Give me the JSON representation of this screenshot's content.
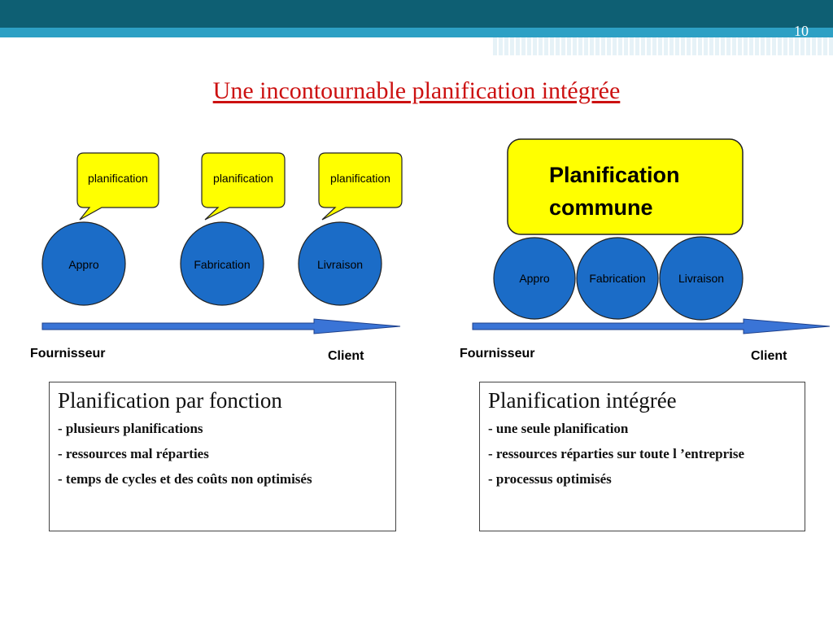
{
  "slide": {
    "number": "10",
    "title": "Une incontournable  planification intégrée"
  },
  "left": {
    "bubble_label": "planification",
    "nodes": [
      "Appro",
      "Fabrication",
      "Livraison"
    ],
    "start_label": "Fournisseur",
    "end_label": "Client"
  },
  "right": {
    "common_line1": "Planification",
    "common_line2": "commune",
    "nodes": [
      "Appro",
      "Fabrication",
      "Livraison"
    ],
    "start_label": "Fournisseur",
    "end_label": "Client"
  },
  "box_left": {
    "heading": "Planification par fonction",
    "items": [
      "- plusieurs planifications",
      "- ressources mal réparties",
      "- temps de cycles et des coûts non optimisés"
    ]
  },
  "box_right": {
    "heading": "Planification intégrée",
    "items": [
      "- une seule planification",
      "- ressources réparties sur toute l ’entreprise",
      "- processus optimisés"
    ]
  },
  "colors": {
    "circle": "#1b6cc7",
    "bubble": "#ffff00",
    "arrow": "#3a74d6",
    "title": "#cc1111"
  }
}
